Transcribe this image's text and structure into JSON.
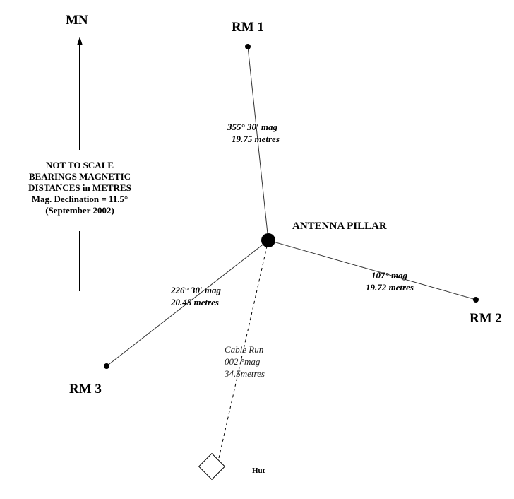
{
  "north": {
    "label": "MN"
  },
  "notes": [
    "NOT TO SCALE",
    "BEARINGS MAGNETIC",
    "DISTANCES in METRES",
    "Mag. Declination = 11.5°",
    "(September 2002)"
  ],
  "pillar": {
    "label": "ANTENNA PILLAR"
  },
  "marks": [
    {
      "label": "RM 1",
      "bearing": "355° 30′ mag",
      "distance": "19.75 metres"
    },
    {
      "label": "RM 2",
      "bearing": "107° mag",
      "distance": "19.72  metres"
    },
    {
      "label": "RM 3",
      "bearing": "226° 30′ mag",
      "distance": "20.45  metres"
    }
  ],
  "cable": {
    "title": "Cable Run",
    "bearing": "002 °mag",
    "distance": "34.5metres"
  },
  "hut": {
    "label": "Hut"
  }
}
